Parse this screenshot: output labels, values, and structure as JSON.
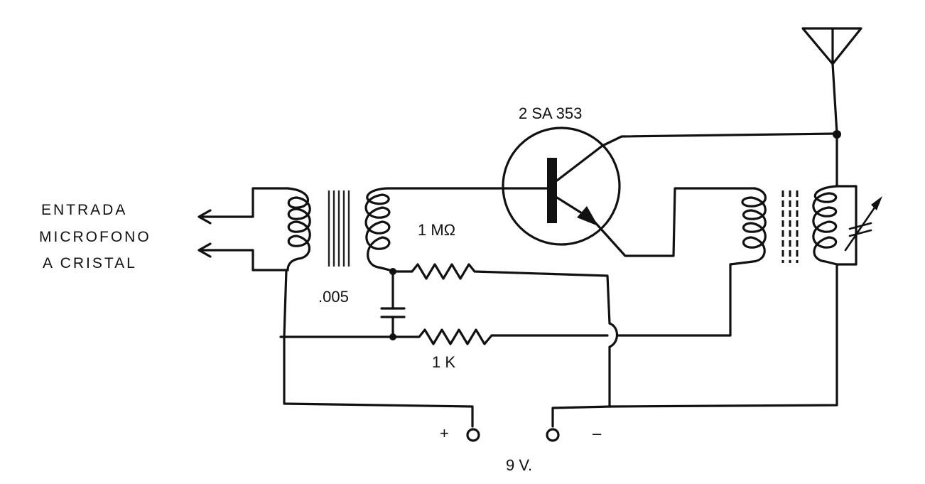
{
  "labels": {
    "input_line1": "ENTRADA",
    "input_line2": "MICROFONO",
    "input_line3": "A  CRISTAL",
    "transistor": "2 SA 353",
    "resistor_bias": "1 MΩ",
    "capacitor": ".005",
    "resistor_emitter": "1 K",
    "battery_positive": "+",
    "battery_negative": "–",
    "battery_voltage": "9 V."
  },
  "colors": {
    "ink": "#111111",
    "paper": "#ffffff"
  }
}
